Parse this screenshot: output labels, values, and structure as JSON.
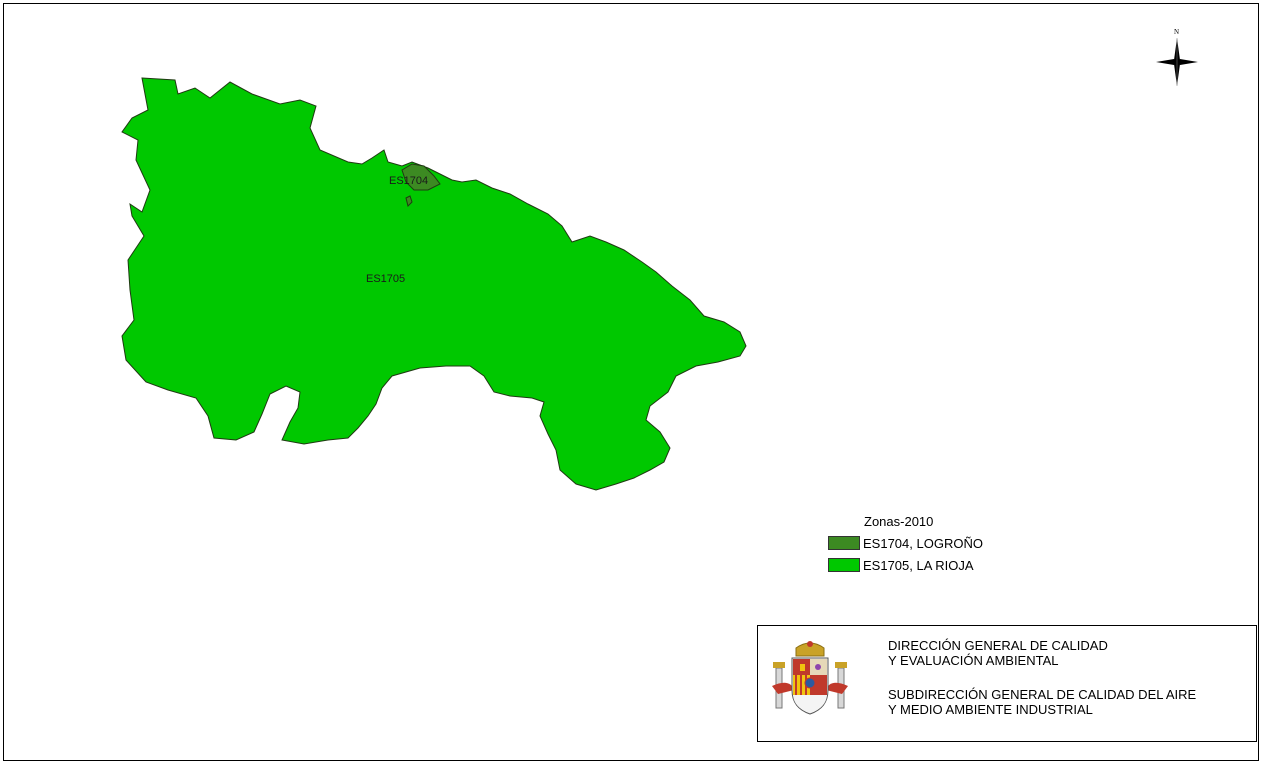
{
  "map": {
    "zones": [
      {
        "code": "ES1704",
        "name": "LOGROÑO",
        "color": "#3c8a22"
      },
      {
        "code": "ES1705",
        "name": "LA RIOJA",
        "color": "#00c800"
      }
    ],
    "labels": {
      "zone1": "ES1704",
      "zone2": "ES1705"
    }
  },
  "compass": {
    "north_label": "N",
    "icon": "compass-rose-icon"
  },
  "legend": {
    "title": "Zonas-2010",
    "items": [
      {
        "label": "ES1704, LOGROÑO",
        "color": "#3c8a22"
      },
      {
        "label": "ES1705, LA RIOJA",
        "color": "#00c800"
      }
    ]
  },
  "credits": {
    "line1": "DIRECCIÓN GENERAL DE CALIDAD",
    "line2": "Y EVALUACIÓN AMBIENTAL",
    "line3": "SUBDIRECCIÓN GENERAL DE CALIDAD DEL AIRE",
    "line4": "Y MEDIO AMBIENTE INDUSTRIAL",
    "logo": "spain-coat-of-arms-icon"
  }
}
